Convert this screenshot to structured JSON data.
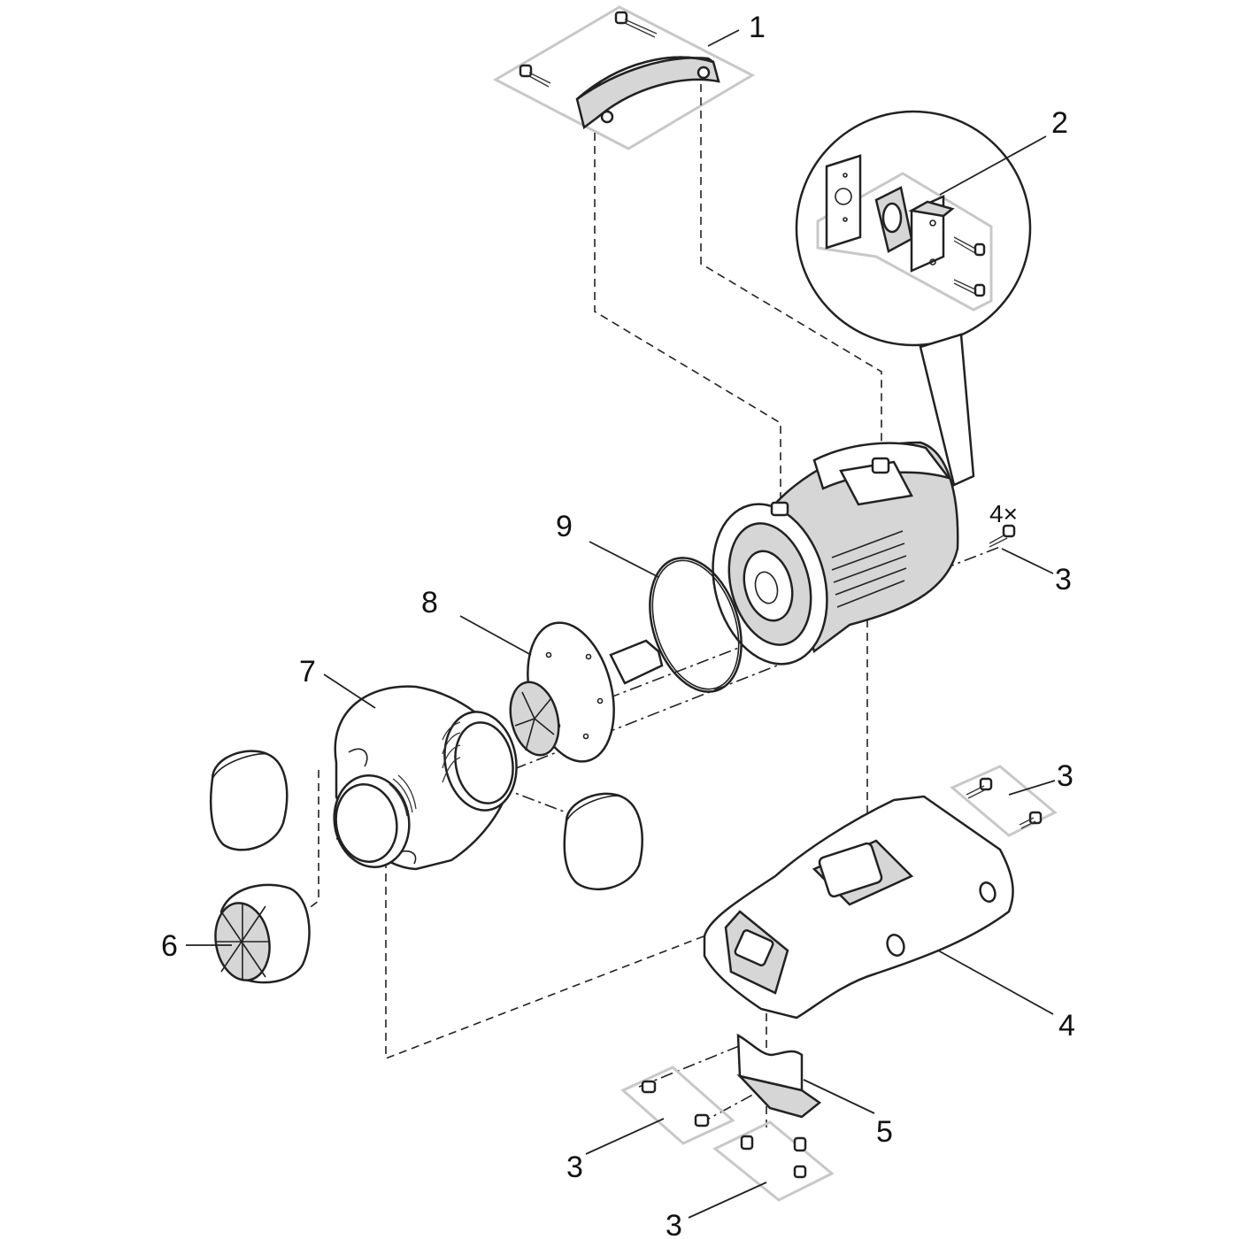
{
  "diagram": {
    "callouts": {
      "c1": "1",
      "c2": "2",
      "c3a": "3",
      "c3b": "3",
      "c3c": "3",
      "c3d": "3",
      "qty4": "4×",
      "c4": "4",
      "c5": "5",
      "c6": "6",
      "c7": "7",
      "c8": "8",
      "c9": "9"
    }
  }
}
